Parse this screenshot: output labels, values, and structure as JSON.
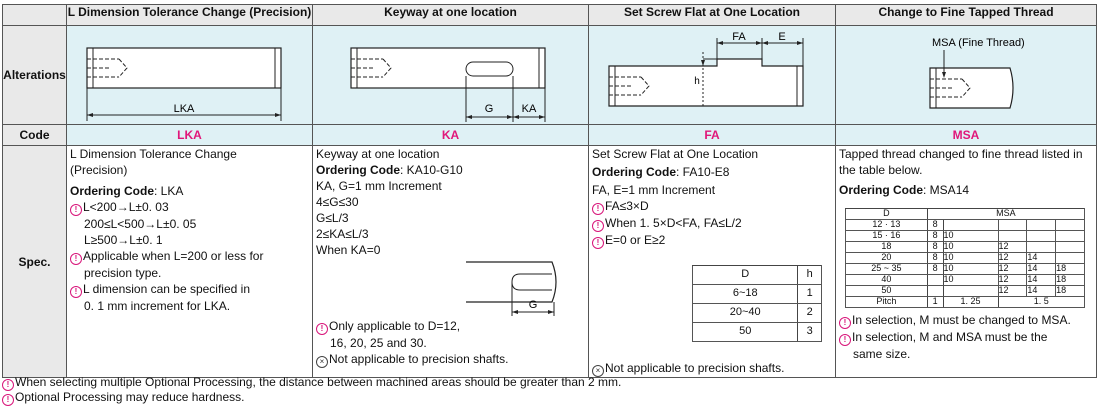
{
  "headers": {
    "row_label": "",
    "col1": "L Dimension Tolerance Change (Precision)",
    "col2": "Keyway at one location",
    "col3": "Set Screw Flat at One Location",
    "col4": "Change to Fine Tapped Thread"
  },
  "row_labels": {
    "alterations": "Alterations",
    "code": "Code",
    "spec": "Spec."
  },
  "diagrams": {
    "lka_label": "LKA",
    "ka_g": "G",
    "ka_ka": "KA",
    "fa_fa": "FA",
    "fa_e": "E",
    "fa_h": "h",
    "msa_label": "MSA (Fine Thread)"
  },
  "codes": {
    "col1": "LKA",
    "col2": "KA",
    "col3": "FA",
    "col4": "MSA"
  },
  "spec_lka": {
    "title1": "L Dimension Tolerance Change",
    "title2": "(Precision)",
    "ordering_label": "Ordering Code",
    "ordering_value": ": LKA",
    "r1": "L<200→L±0. 03",
    "r2": "200≤L<500→L±0. 05",
    "r3": "L≥500→L±0. 1",
    "n1a": "Applicable when L=200 or less for",
    "n1b": "precision type.",
    "n2a": "L dimension can be specified in",
    "n2b": "0. 1 mm  increment for LKA."
  },
  "spec_ka": {
    "title": "Keyway at one location",
    "ordering_label": "Ordering Code",
    "ordering_value": ": KA10-G10",
    "l1": "KA, G=1 mm Increment",
    "l2": "4≤G≤30",
    "l3": "G≤L/3",
    "l4": "2≤KA≤L/3",
    "l5": "When KA=0",
    "diagram_g": "G",
    "n1a": "Only applicable to D=12,",
    "n1b": "16, 20, 25 and 30.",
    "n2": "Not applicable to precision shafts."
  },
  "spec_fa": {
    "title": "Set Screw Flat at One Location",
    "ordering_label": "Ordering Code",
    "ordering_value": ": FA10-E8",
    "l1": "FA, E=1 mm Increment",
    "l2": "FA≤3×D",
    "l3": "When 1. 5×D<FA, FA≤L/2",
    "l4": "E=0 or E≥2",
    "table_head": [
      "D",
      "h"
    ],
    "table_rows": [
      [
        "6~18",
        "1"
      ],
      [
        "20~40",
        "2"
      ],
      [
        "50",
        "3"
      ]
    ],
    "n1": "Not applicable to precision shafts."
  },
  "spec_msa": {
    "l1": "Tapped thread changed to fine thread listed in",
    "l2": "the table below.",
    "ordering_label": "Ordering Code",
    "ordering_value": ": MSA14",
    "table_head": [
      "D",
      "MSA"
    ],
    "table_rows": [
      [
        "12 · 13",
        "8",
        "",
        "",
        "",
        ""
      ],
      [
        "15 · 16",
        "8",
        "10",
        "",
        "",
        ""
      ],
      [
        "18",
        "8",
        "10",
        "12",
        "",
        ""
      ],
      [
        "20",
        "8",
        "10",
        "12",
        "14",
        ""
      ],
      [
        "25 ~ 35",
        "8",
        "10",
        "12",
        "14",
        "18"
      ],
      [
        "40",
        "",
        "10",
        "12",
        "14",
        "18"
      ],
      [
        "50",
        "",
        "",
        "12",
        "14",
        "18"
      ]
    ],
    "pitch_row": [
      "Pitch",
      "1",
      "1. 25",
      "1. 5"
    ],
    "n1": "In selection, M must be changed to MSA.",
    "n2a": "In selection, M and MSA must be the",
    "n2b": "same size."
  },
  "footnotes": {
    "f1": "When selecting multiple Optional Processing, the distance between machined areas should be greater than 2 mm.",
    "f2": "Optional Processing may reduce hardness."
  },
  "colors": {
    "code_text": "#e0177a",
    "cell_bg": "#dff1f5",
    "header_bg": "#e9e9e9",
    "mark": "#d8157a"
  },
  "icons": {
    "note": "circled-exclamation-icon",
    "prohibit": "circled-x-icon"
  }
}
